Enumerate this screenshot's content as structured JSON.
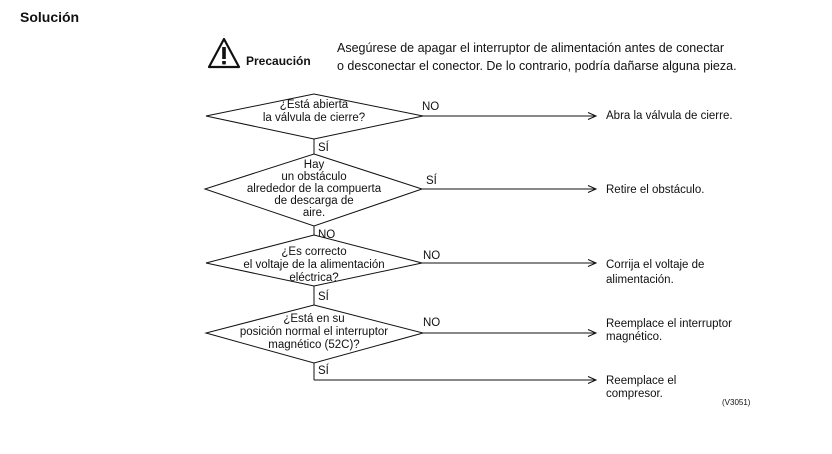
{
  "title": "Solución",
  "caution": {
    "label": "Precaución",
    "lines": [
      "Asegúrese de apagar el interruptor de alimentación antes de conectar",
      "o desconectar el conector. De lo contrario, podría dañarse alguna pieza."
    ],
    "icon": "warning-triangle-icon"
  },
  "flow": {
    "decisions": [
      {
        "lines": [
          "¿Está abierta",
          "la válvula de cierre?"
        ],
        "branch_label": "NO",
        "action": [
          "Abra la válvula de cierre."
        ],
        "next_label": "SÍ"
      },
      {
        "lines": [
          "Hay",
          "un obstáculo",
          "alrededor de la compuerta",
          "de descarga de",
          "aire."
        ],
        "branch_label": "SÍ",
        "action": [
          "Retire el obstáculo."
        ],
        "next_label": "NO"
      },
      {
        "lines": [
          "¿Es correcto",
          "el voltaje de la alimentación",
          "eléctrica?"
        ],
        "branch_label": "NO",
        "action": [
          "Corrija el voltaje de",
          "alimentación."
        ],
        "next_label": "SÍ"
      },
      {
        "lines": [
          "¿Está en su",
          "posición normal el interruptor",
          "magnético (52C)?"
        ],
        "branch_label": "NO",
        "action": [
          "Reemplace el interruptor",
          "magnético."
        ],
        "next_label": "SÍ"
      }
    ],
    "final_action": [
      "Reemplace el",
      "compresor."
    ],
    "code": "(V3051)"
  }
}
